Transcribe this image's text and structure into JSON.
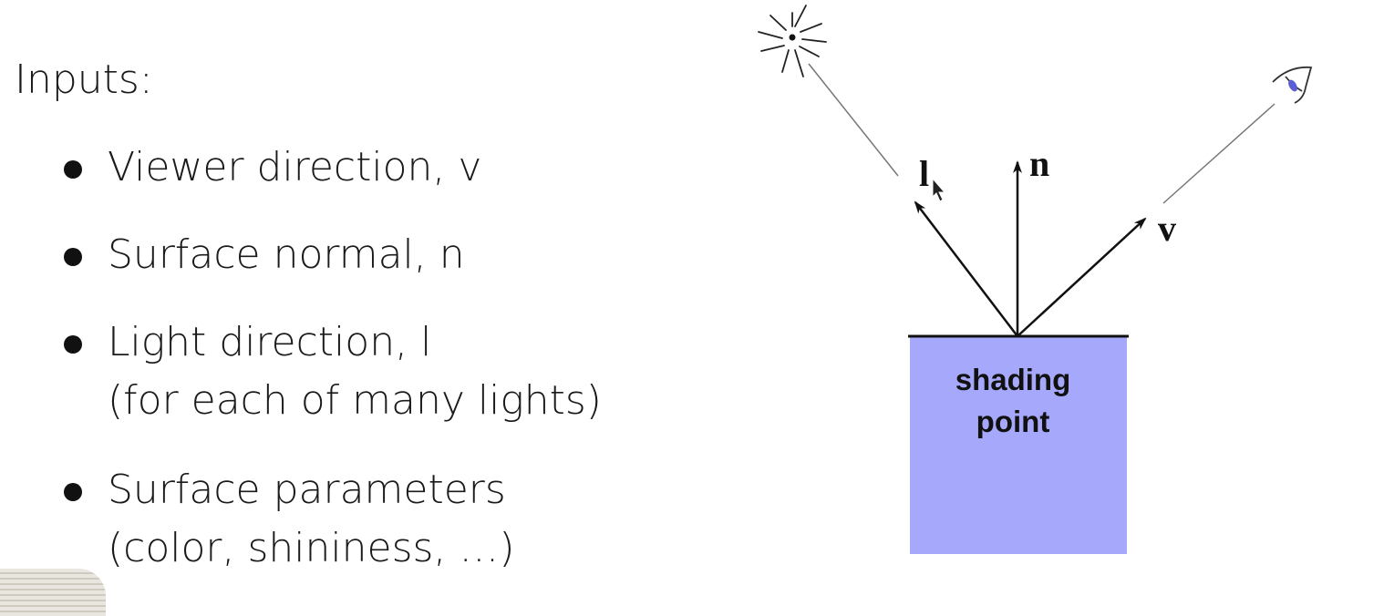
{
  "heading": "Inputs:",
  "bullets": [
    {
      "lines": [
        "Viewer direction, v"
      ]
    },
    {
      "lines": [
        "Surface normal, n"
      ]
    },
    {
      "lines": [
        "Light direction, l",
        "(for each of many lights)"
      ]
    },
    {
      "lines": [
        "Surface parameters",
        "(color, shininess, …)"
      ]
    }
  ],
  "diagram": {
    "labels": {
      "light": "l",
      "normal": "n",
      "viewer": "v"
    },
    "box": {
      "line1": "shading",
      "line2": "point",
      "color": "#a6a9fb"
    },
    "icons": [
      "sun-icon",
      "eye-icon",
      "cursor-icon"
    ]
  }
}
